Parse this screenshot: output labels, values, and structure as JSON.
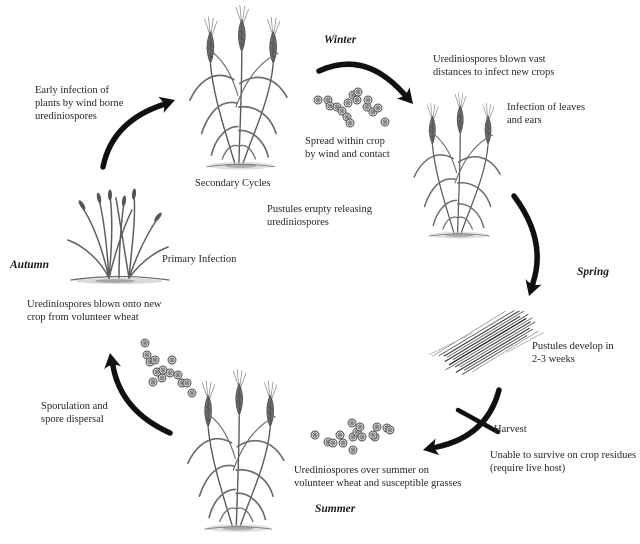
{
  "labels": {
    "early_infection": "Early infection of\nplants by wind borne\nurediniospores",
    "secondary_cycles": "Secondary Cycles",
    "spread_within_crop": "Spread within crop\nby wind and contact",
    "blown_vast": "Urediniospores blown vast\ndistances to infect new crops",
    "infection_leaves_ears": "Infection of leaves\nand ears",
    "pustules_erupt": "Pustules erupty releasing\nurediniospores",
    "primary_infection": "Primary Infection",
    "blown_onto_new_crop": "Urediniospores blown onto new\ncrop from volunteer wheat",
    "sporulation": "Sporulation and\nspore dispersal",
    "pustules_develop": "Pustules develop in\n2-3 weeks",
    "harvest": "Harvest",
    "unable_to_survive": "Unable to survive on crop residues\n(require live host)",
    "over_summer": "Urediniospores over summer on\nvolunteer wheat and susceptible grasses"
  },
  "seasons": {
    "winter": "Winter",
    "spring": "Spring",
    "summer": "Summer",
    "autumn": "Autumn"
  },
  "colors": {
    "background": "#ffffff",
    "text": "#262626",
    "arrow": "#111111",
    "plant_ink": "#5e5e5e"
  }
}
